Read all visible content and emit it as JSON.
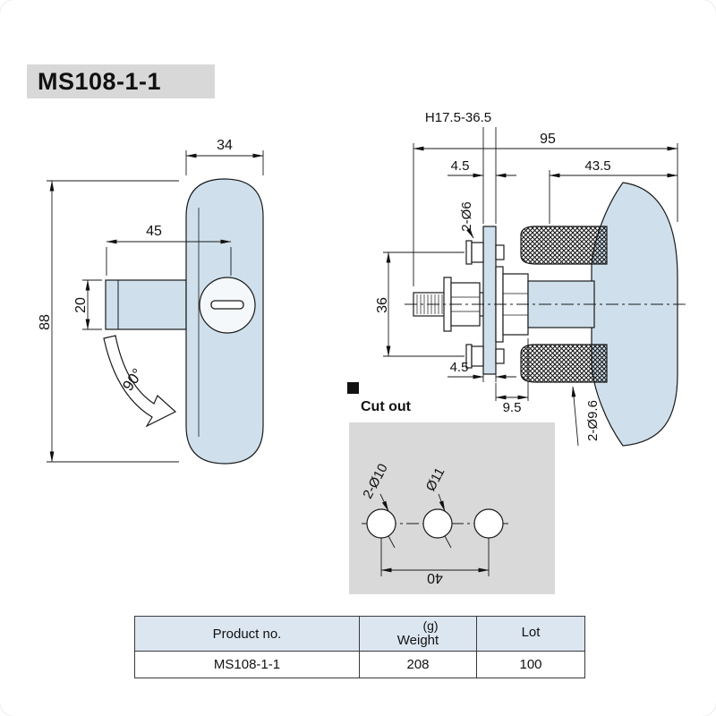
{
  "title": "MS108-1-1",
  "colors": {
    "part_fill": "#cfe0ec",
    "panel_gray": "#d9d9d9",
    "title_bg": "#d8d8d8",
    "table_header_bg": "#dce6f1",
    "line": "#1a1a1a"
  },
  "front_view": {
    "dim_width_top": "34",
    "dim_width_shaft": "45",
    "dim_shaft_thickness": "20",
    "dim_height": "88",
    "rotation": "90°"
  },
  "side_view": {
    "dim_panel_range": "H17.5-36.5",
    "dim_total_length": "95",
    "dim_panel_thickness_top": "4.5",
    "dim_head_depth": "43.5",
    "dim_screw_holes": "2-Ø6",
    "dim_hole_spacing": "36",
    "dim_panel_thickness_bottom": "4.5",
    "dim_nut_depth": "9.5",
    "dim_stud_dia": "2-Ø9.6"
  },
  "cutout": {
    "label": "Cut out",
    "dim_side_holes": "2-Ø10",
    "dim_center_hole": "Ø11",
    "dim_hole_spacing": "40"
  },
  "table": {
    "col_product": "Product no.",
    "col_weight": "Weight",
    "col_weight_unit": "(g)",
    "col_lot": "Lot",
    "row": {
      "product": "MS108-1-1",
      "weight": "208",
      "lot": "100"
    }
  }
}
